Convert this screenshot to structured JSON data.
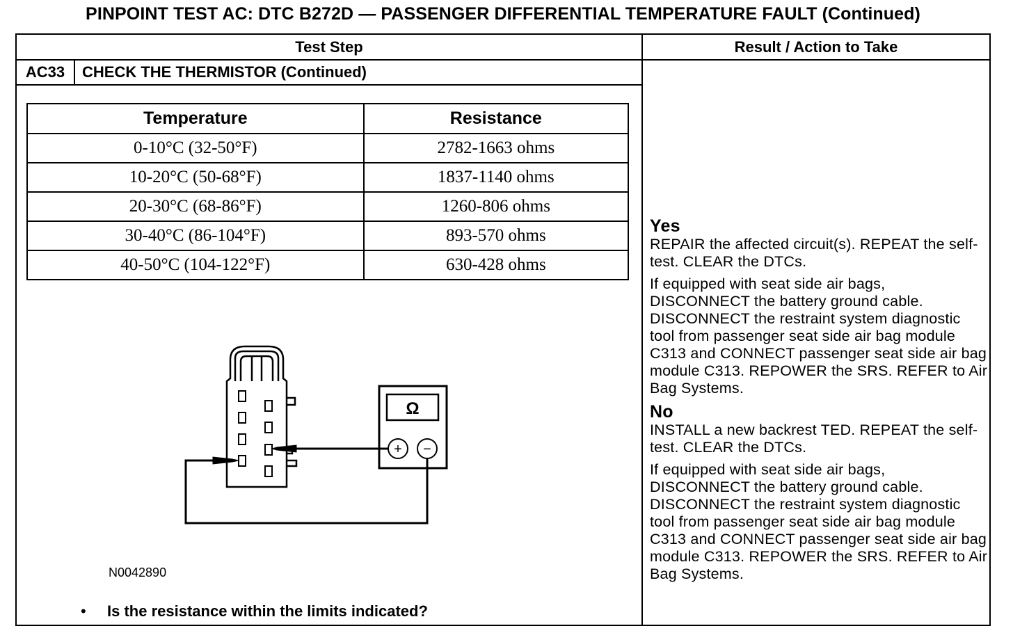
{
  "title": "PINPOINT TEST  AC: DTC B272D — PASSENGER DIFFERENTIAL TEMPERATURE FAULT (Continued)",
  "header": {
    "test_step": "Test Step",
    "result": "Result / Action to Take"
  },
  "step": {
    "id": "AC33",
    "title": "CHECK THE THERMISTOR (Continued)"
  },
  "spec_table": {
    "headers": [
      "Temperature",
      "Resistance"
    ],
    "rows": [
      [
        "0-10°C (32-50°F)",
        "2782-1663 ohms"
      ],
      [
        "10-20°C (50-68°F)",
        "1837-1140 ohms"
      ],
      [
        "20-30°C (68-86°F)",
        "1260-806 ohms"
      ],
      [
        "30-40°C (86-104°F)",
        "893-570 ohms"
      ],
      [
        "40-50°C (104-122°F)",
        "630-428 ohms"
      ]
    ]
  },
  "diagram": {
    "meter_symbol": "Ω",
    "plus": "+",
    "minus": "−",
    "figure_id": "N0042890"
  },
  "question": {
    "bullet": "•",
    "text": "Is the resistance within the limits indicated?"
  },
  "results": {
    "yes": {
      "label": "Yes",
      "action": "REPAIR the affected circuit(s). REPEAT the self-test. CLEAR the DTCs.",
      "note": "If equipped with seat side air bags, DISCONNECT the battery ground cable. DISCONNECT the restraint system diagnostic tool from passenger seat side air bag module C313 and CONNECT passenger seat side air bag module C313. REPOWER the SRS. REFER to Air Bag Systems."
    },
    "no": {
      "label": "No",
      "action": "INSTALL a new backrest TED. REPEAT the self-test. CLEAR the DTCs.",
      "note": "If equipped with seat side air bags, DISCONNECT the battery ground cable. DISCONNECT the restraint system diagnostic tool from passenger seat side air bag module C313 and CONNECT passenger seat side air bag module C313. REPOWER the SRS. REFER to Air Bag Systems."
    }
  }
}
